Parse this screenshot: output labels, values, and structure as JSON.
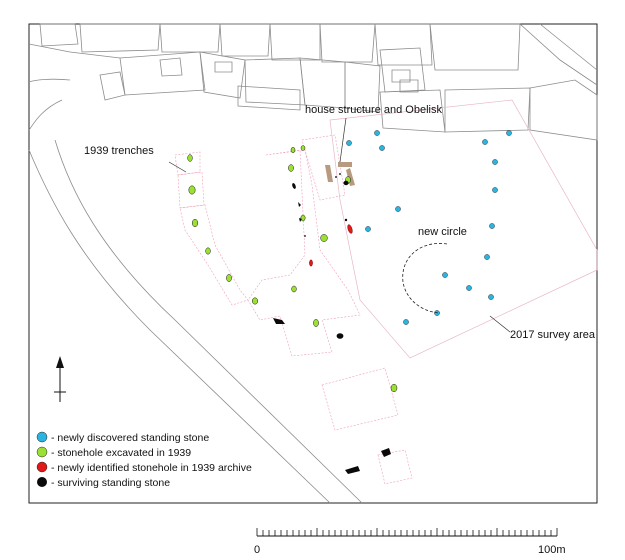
{
  "labels": {
    "trenches_1939": "1939 trenches",
    "house_obelisk": "house structure and Obelisk",
    "new_circle": "new circle",
    "survey_area": "2017 survey area"
  },
  "legend": [
    {
      "label": "- newly discovered standing stone",
      "color": "#2ab4e0"
    },
    {
      "label": "- stonehole excavated in 1939",
      "color": "#9be032"
    },
    {
      "label": "- newly identified stonehole in 1939 archive",
      "color": "#e01818"
    },
    {
      "label": "- surviving standing stone",
      "color": "#0a0a0a"
    }
  ],
  "scale_bar": {
    "start_label": "0",
    "end_label": "100m",
    "length_m": 100
  },
  "north_arrow": {
    "icon": "north-arrow-icon"
  }
}
